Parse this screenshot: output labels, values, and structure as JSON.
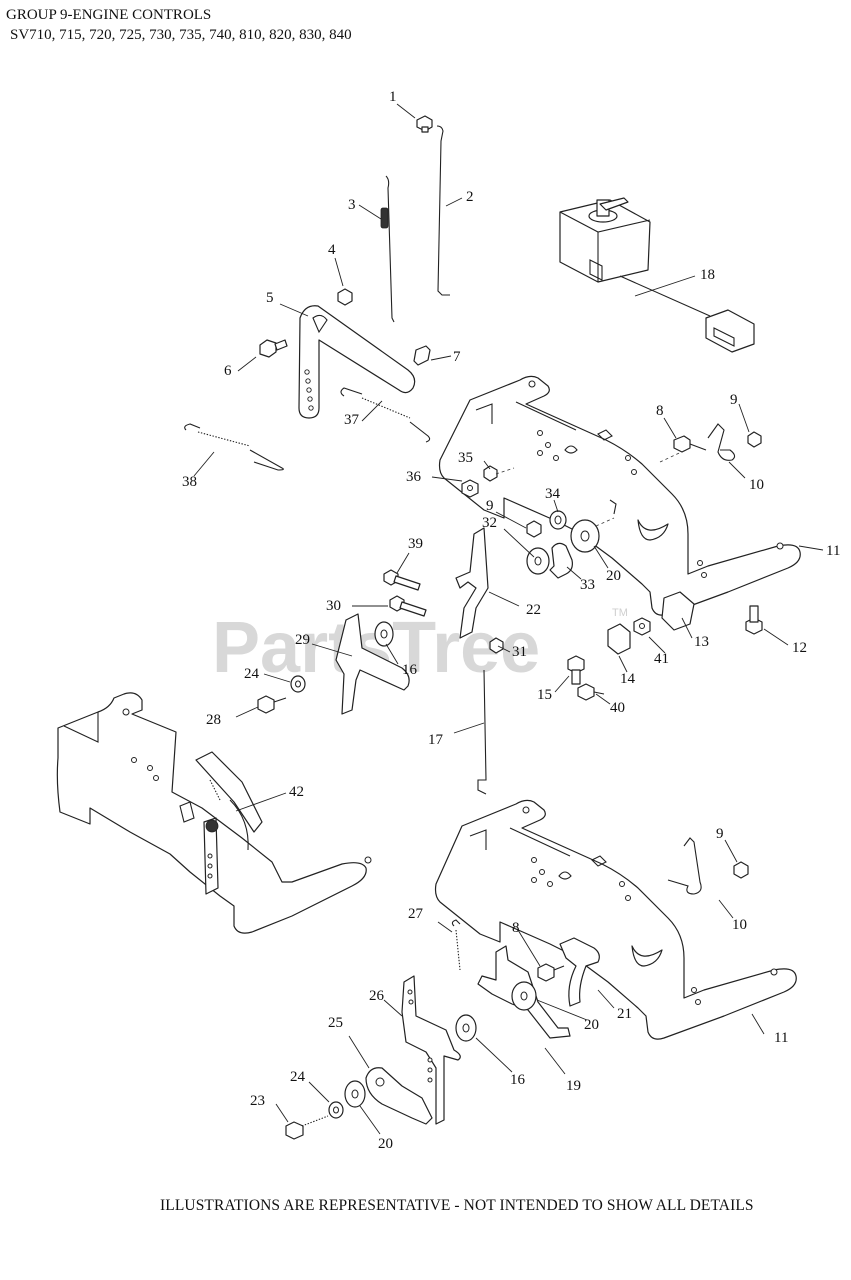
{
  "header": {
    "title": "GROUP 9-ENGINE CONTROLS",
    "models": "SV710, 715, 720, 725, 730, 735, 740, 810, 820, 830, 840"
  },
  "watermark": {
    "text": "PartsTree",
    "tm": "TM"
  },
  "footer": "ILLUSTRATIONS ARE REPRESENTATIVE - NOT INTENDED TO SHOW ALL DETAILS",
  "callouts": [
    "1",
    "2",
    "3",
    "4",
    "5",
    "6",
    "7",
    "8",
    "9",
    "10",
    "11",
    "12",
    "13",
    "14",
    "15",
    "16",
    "17",
    "18",
    "20",
    "22",
    "24",
    "28",
    "29",
    "30",
    "31",
    "32",
    "33",
    "34",
    "35",
    "36",
    "37",
    "38",
    "39",
    "40",
    "41",
    "42",
    "9",
    "10",
    "11",
    "8",
    "20",
    "21",
    "27",
    "26",
    "25",
    "16",
    "19",
    "24",
    "23",
    "20",
    "9"
  ]
}
